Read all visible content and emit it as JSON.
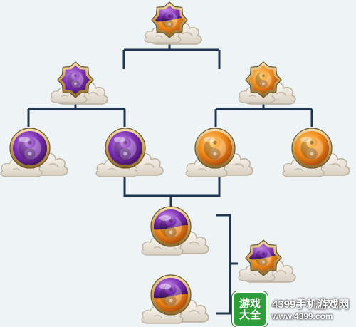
{
  "colors": {
    "background": "#eef3f6",
    "connector": "#1f3550",
    "purple": "#7b2fb0",
    "orange": "#f08a1a",
    "gold": "#c9a15a",
    "cloud": "#e6dfd3"
  },
  "nodes": [
    {
      "id": "top",
      "kind": "star",
      "style": "split",
      "icon": "yinyang-star-split-icon"
    },
    {
      "id": "mid-left",
      "kind": "star",
      "style": "purple",
      "icon": "yinyang-star-purple-icon"
    },
    {
      "id": "mid-right",
      "kind": "star",
      "style": "orange",
      "icon": "yinyang-star-orange-icon"
    },
    {
      "id": "orb-1",
      "kind": "orb",
      "style": "purple",
      "icon": "yinyang-orb-purple-icon"
    },
    {
      "id": "orb-2",
      "kind": "orb",
      "style": "purple",
      "icon": "yinyang-orb-purple-icon"
    },
    {
      "id": "orb-3",
      "kind": "orb",
      "style": "orange",
      "icon": "yinyang-orb-orange-icon"
    },
    {
      "id": "orb-4",
      "kind": "orb",
      "style": "orange",
      "icon": "yinyang-orb-orange-icon"
    },
    {
      "id": "orb-5",
      "kind": "orb",
      "style": "split",
      "icon": "yinyang-orb-split-icon"
    },
    {
      "id": "orb-6",
      "kind": "orb",
      "style": "split",
      "icon": "yinyang-orb-split-icon"
    },
    {
      "id": "result",
      "kind": "star",
      "style": "split",
      "icon": "yinyang-star-split-icon"
    }
  ],
  "watermark": {
    "logo_line1": "游戏",
    "logo_line2": "大全",
    "title": "4399手机游戏网",
    "url": "www.4399.com"
  }
}
